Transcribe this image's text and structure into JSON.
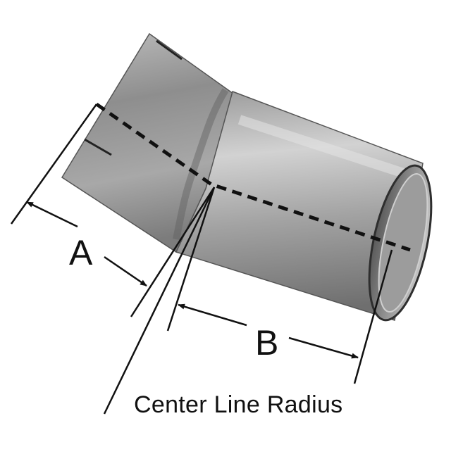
{
  "labels": {
    "a": "A",
    "b": "B",
    "center_line": "Center Line Radius"
  },
  "colors": {
    "background": "#ffffff",
    "pipe_light": "#c9c9c9",
    "pipe_mid": "#8a8a8a",
    "pipe_dark": "#3e3e3e",
    "ink": "#111111"
  }
}
